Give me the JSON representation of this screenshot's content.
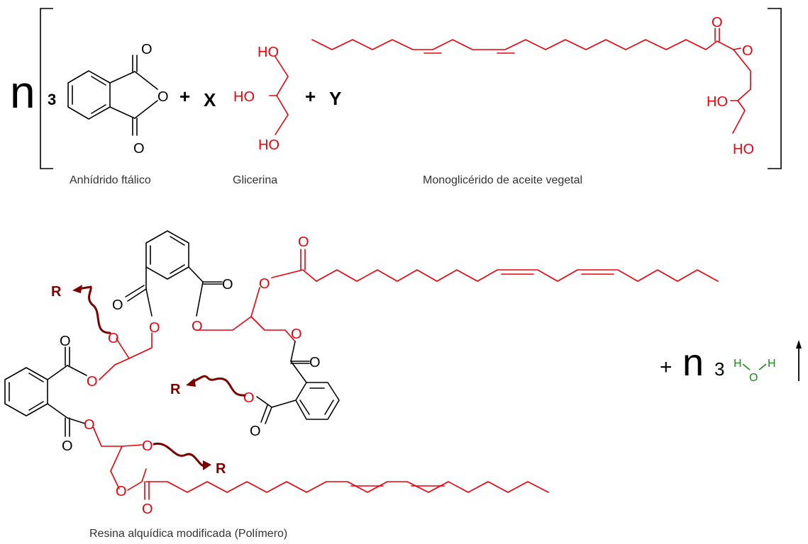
{
  "reaction": {
    "multiplier": "n",
    "phthalic_coeff": "3",
    "plus": "+",
    "glycerol_coeff": "X",
    "monoglyceride_coeff": "Y",
    "product_plus": "+",
    "water_multiplier": "n",
    "water_coeff": "3"
  },
  "atoms": {
    "O": "O",
    "HO": "HO",
    "H": "H",
    "R": "R"
  },
  "labels": {
    "phthalic_anhydride": "Anhídrido ftálico",
    "glycerol": "Glicerina",
    "monoglyceride": "Monoglicérido de aceite vegetal",
    "alkyd_resin": "Resina alquídica modificada (Polímero)"
  },
  "colors": {
    "black": "#000000",
    "red": "#e8000b",
    "green": "#1a8a1a",
    "dark_red": "#7a0000",
    "label_gray": "#333333"
  }
}
